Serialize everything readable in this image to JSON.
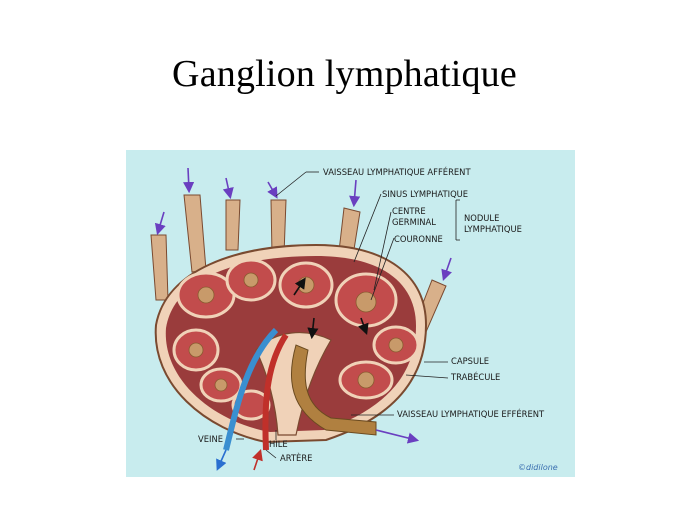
{
  "slide": {
    "title": "Ganglion lymphatique"
  },
  "labels": {
    "vaisseau_afferent": "VAISSEAU LYMPHATIQUE AFFÉRENT",
    "sinus": "SINUS LYMPHATIQUE",
    "centre": "CENTRE",
    "germinal": "GERMINAL",
    "couronne": "COURONNE",
    "nodule": "NODULE",
    "lymphatique": "LYMPHATIQUE",
    "capsule": "CAPSULE",
    "trabecule": "TRABÉCULE",
    "vaisseau_efferent": "VAISSEAU LYMPHATIQUE EFFÉRENT",
    "veine": "VEINE",
    "hile": "HILE",
    "artere": "ARTÈRE"
  },
  "credit": "©didilone",
  "colors": {
    "background": "#c8ecee",
    "capsule": "#f0d2b8",
    "cortex": "#9a3c3c",
    "nodule": "#c24c4c",
    "germinal_center": "#c89a6a",
    "vessel": "#d8b08a",
    "artery": "#c0302a",
    "vein": "#3a8fd0",
    "efferent": "#b08040",
    "arrow": "#6a3fc0"
  }
}
